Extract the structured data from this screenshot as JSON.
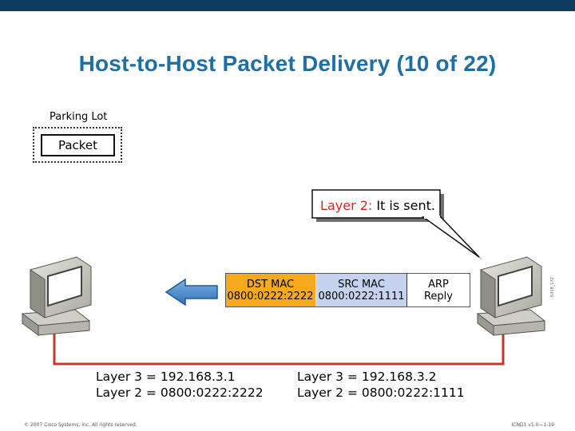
{
  "slide": {
    "title": "Host-to-Host Packet Delivery (10 of 22)"
  },
  "parking_lot": {
    "label": "Parking Lot",
    "packet_label": "Packet"
  },
  "callout": {
    "label": "Layer 2:",
    "message": "It is sent."
  },
  "frame": {
    "dst": {
      "title": "DST MAC",
      "value": "0800:0222:2222",
      "color": "#f6a91c"
    },
    "src": {
      "title": "SRC MAC",
      "value": "0800:0222:1111",
      "color": "#c6d3ee"
    },
    "payload": {
      "title": "ARP",
      "value": "Reply"
    }
  },
  "hosts": {
    "left": {
      "layer3": "Layer 3 = 192.168.3.1",
      "layer2": "Layer 2 = 0800:0222:2222"
    },
    "right": {
      "layer3": "Layer 3 = 192.168.3.2",
      "layer2": "Layer 2 = 0800:0222:1111"
    }
  },
  "figure_tag": "5318_172",
  "footer": {
    "copyright": "© 2007 Cisco Systems, Inc. All rights reserved.",
    "slide_code": "ICND1 v1.0—1-19"
  },
  "colors": {
    "title": "#1f6fa5",
    "top_bar": "#0f3b5f",
    "link": "#c0392b",
    "arrow": "#2e73b8",
    "callout_label": "#d9251d"
  }
}
